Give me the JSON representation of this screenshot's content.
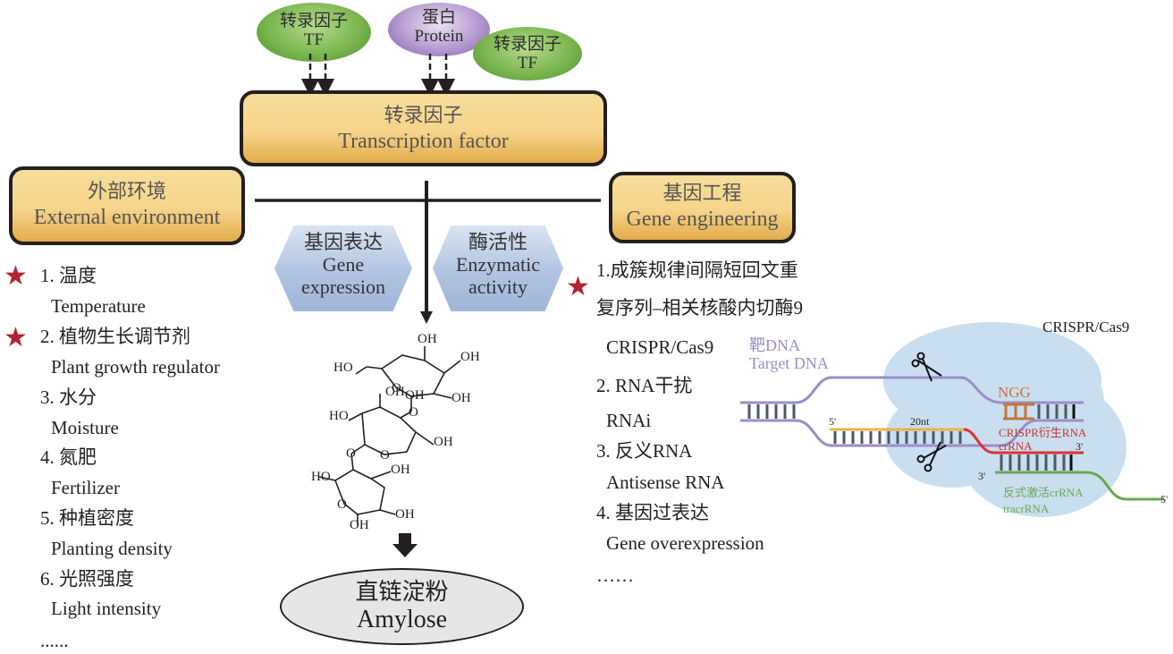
{
  "top_nodes": {
    "tf_left": {
      "zh": "转录因子",
      "en": "TF"
    },
    "protein": {
      "zh": "蛋白",
      "en": "Protein"
    },
    "tf_right": {
      "zh": "转录因子",
      "en": "TF"
    }
  },
  "central_box": {
    "zh": "转录因子",
    "en": "Transcription factor"
  },
  "left_box": {
    "zh": "外部环境",
    "en": "External environment"
  },
  "right_box": {
    "zh": "基因工程",
    "en": "Gene engineering"
  },
  "hexagons": [
    {
      "zh": "基因表达",
      "en1": "Gene",
      "en2": "expression"
    },
    {
      "zh": "酶活性",
      "en1": "Enzymatic",
      "en2": "activity"
    }
  ],
  "external_factors": [
    {
      "zh": "1. 温度",
      "en": "Temperature",
      "starred": true
    },
    {
      "zh": "2. 植物生长调节剂",
      "en": "Plant growth regulator",
      "starred": true
    },
    {
      "zh": "3. 水分",
      "en": "Moisture",
      "starred": false
    },
    {
      "zh": "4. 氮肥",
      "en": "Fertilizer",
      "starred": false
    },
    {
      "zh": "5. 种植密度",
      "en": "Planting density",
      "starred": false
    },
    {
      "zh": "6. 光照强度",
      "en": "Light intensity",
      "starred": false
    }
  ],
  "external_more": "......",
  "gene_methods": [
    {
      "zh": "1.成簇规律间隔短回文重",
      "zh2": "复序列–相关核酸内切酶9",
      "en": "CRISPR/Cas9",
      "starred": true
    },
    {
      "zh": "2. RNA干扰",
      "en": "RNAi",
      "starred": false
    },
    {
      "zh": "3. 反义RNA",
      "en": "Antisense RNA",
      "starred": false
    },
    {
      "zh": "4. 基因过表达",
      "en": "Gene overexpression",
      "starred": false
    }
  ],
  "gene_more": "……",
  "molecule": {
    "labels": [
      "OH",
      "OH",
      "HO",
      "OH",
      "OH",
      "HO",
      "O",
      "O",
      "OH",
      "O",
      "OH",
      "O",
      "HO",
      "OH",
      "O",
      "OH",
      "OH"
    ]
  },
  "product": {
    "zh": "直链淀粉",
    "en": "Amylose"
  },
  "crispr_diagram": {
    "title": "CRISPR/Cas9",
    "target_dna_zh": "靶DNA",
    "target_dna_en": "Target DNA",
    "pam": "NGG",
    "five_prime": "5'",
    "three_prime": "3'",
    "guide_len": "20nt",
    "crrna_zh": "CRISPR衍生RNA",
    "crrna_en": "crRNA",
    "tracr_zh": "反式激活crRNA",
    "tracr_en": "tracrRNA",
    "colors": {
      "dna": "#9b8dc7",
      "guide": "#f0b04a",
      "crrna": "#e0312f",
      "tracr": "#6aa84f",
      "pam": "#c8743a",
      "cas9": "#c9dff0",
      "rung": "#4a5968"
    }
  },
  "colors": {
    "star": "#b32430",
    "gold_top": "#f7dd9a",
    "gold_bottom": "#e2ac4a",
    "hex": "#b3c6e2",
    "amylose_fill": "#e6e6e6"
  }
}
